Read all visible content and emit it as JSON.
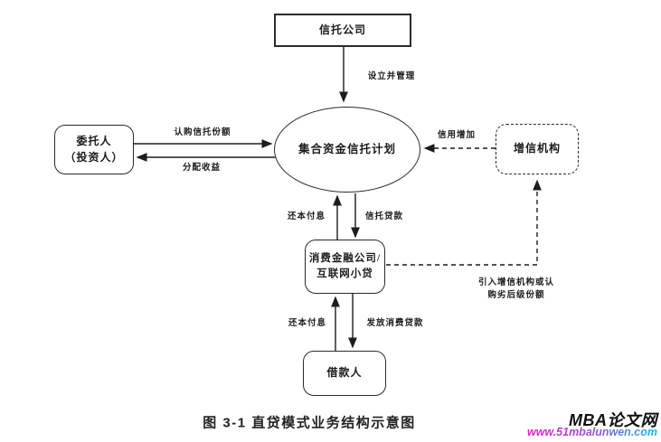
{
  "diagram": {
    "nodes": {
      "trust_company": "信托公司",
      "client_line1": "委托人",
      "client_line2": "（投资人）",
      "trust_plan": "集合资金信托计划",
      "credit_agency": "增信机构",
      "finance_line1": "消费金融公司/",
      "finance_line2": "互联网小贷",
      "borrower": "借款人"
    },
    "edges": {
      "establish_manage": "设立并管理",
      "subscribe_shares": "认购信托份额",
      "distribute_income": "分配收益",
      "credit_increase": "信用增加",
      "repay_interest_upper": "还本付息",
      "trust_loan": "信托贷款",
      "repay_interest_lower": "还本付息",
      "issue_consumer_loan": "发放消费贷款",
      "introduce_line1": "引入增信机构或认",
      "introduce_line2": "购劣后级份额"
    },
    "caption": "图 3-1 直贷模式业务结构示意图"
  },
  "watermark": {
    "site_name": "MBA论文网",
    "site_url": "www.51mbalunwen.com",
    "colors": {
      "url_start": "#f318c9",
      "url_end": "#10bfe8",
      "line": "#2a2a2a"
    }
  }
}
